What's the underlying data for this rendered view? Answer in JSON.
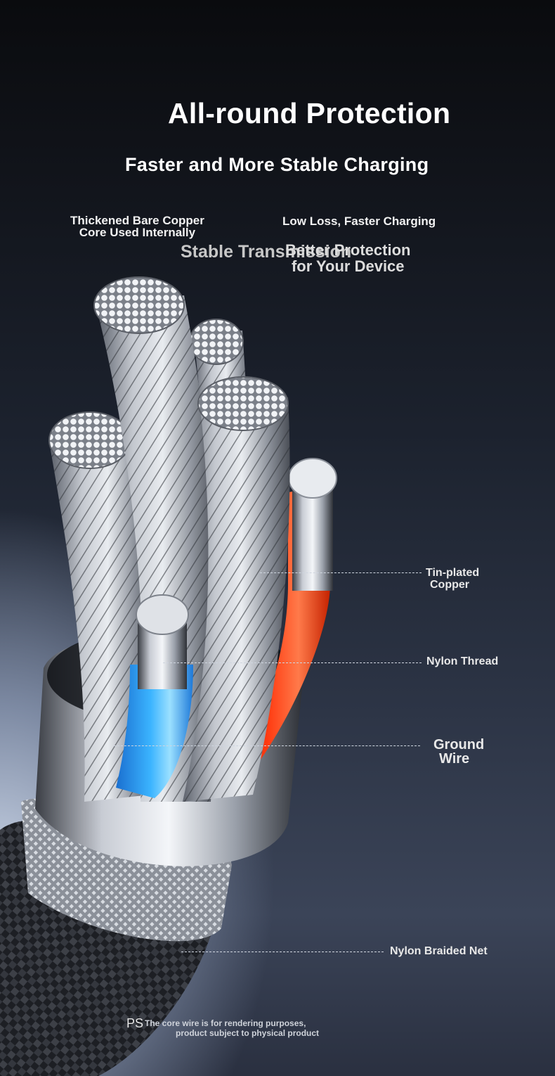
{
  "heading": {
    "title": "All-round Protection",
    "subtitle": "Faster and More Stable Charging"
  },
  "features": {
    "copper_core_line1": "Thickened Bare Copper",
    "copper_core_line2": "Core Used Internally",
    "low_loss": "Low Loss, Faster Charging",
    "stable": "Stable Transmission",
    "protection_line1": "Better Protection",
    "protection_line2": "for Your Device"
  },
  "callouts": {
    "tin_line1": "Tin-plated",
    "tin_line2": "Copper",
    "nylon_thread": "Nylon Thread",
    "ground_line1": "Ground",
    "ground_line2": "Wire",
    "braided_net": "Nylon Braided Net"
  },
  "disclaimer": {
    "ps": "PS",
    "line1": "The core wire is for rendering purposes,",
    "line2": "product subject to physical product"
  },
  "colors": {
    "background_top": "#0a0b0e",
    "background_bottom": "#3b4458",
    "red_wire": "#ff3a10",
    "blue_wire": "#3bb4ff",
    "metal": "#c9ccd2"
  }
}
